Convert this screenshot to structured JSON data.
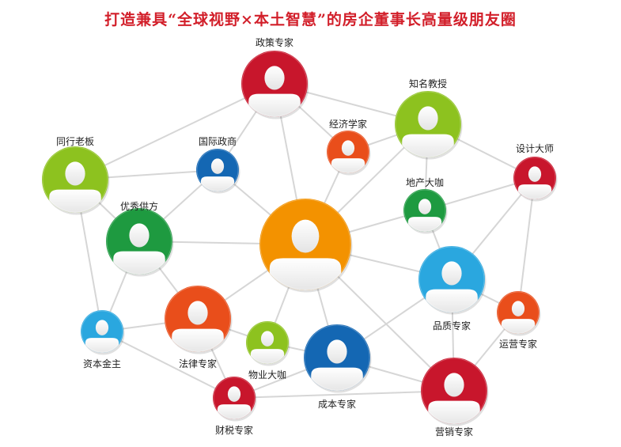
{
  "title": "打造兼具“全球视野×本土智慧”的房企董事长高量级朋友圈",
  "nodes": {
    "center": {
      "label": "",
      "color": "#f39200"
    },
    "policy": {
      "label": "政策专家",
      "color": "#c8162c"
    },
    "professor": {
      "label": "知名教授",
      "color": "#8dc21f"
    },
    "economist": {
      "label": "经济学家",
      "color": "#e94e1b"
    },
    "peer": {
      "label": "同行老板",
      "color": "#8dc21f"
    },
    "gov": {
      "label": "国际政商",
      "color": "#1467b3"
    },
    "designer": {
      "label": "设计大师",
      "color": "#c8162c"
    },
    "realestate": {
      "label": "地产大咖",
      "color": "#1e9a40"
    },
    "supplier": {
      "label": "优秀供方",
      "color": "#1e9a40"
    },
    "quality": {
      "label": "品质专家",
      "color": "#2aa7df"
    },
    "operation": {
      "label": "运营专家",
      "color": "#e94e1b"
    },
    "capital": {
      "label": "资本金主",
      "color": "#2aa7df"
    },
    "legal": {
      "label": "法律专家",
      "color": "#e94e1b"
    },
    "property": {
      "label": "物业大咖",
      "color": "#8dc21f"
    },
    "cost": {
      "label": "成本专家",
      "color": "#1467b3"
    },
    "marketing": {
      "label": "营销专家",
      "color": "#c8162c"
    },
    "tax": {
      "label": "财税专家",
      "color": "#c8162c"
    }
  }
}
